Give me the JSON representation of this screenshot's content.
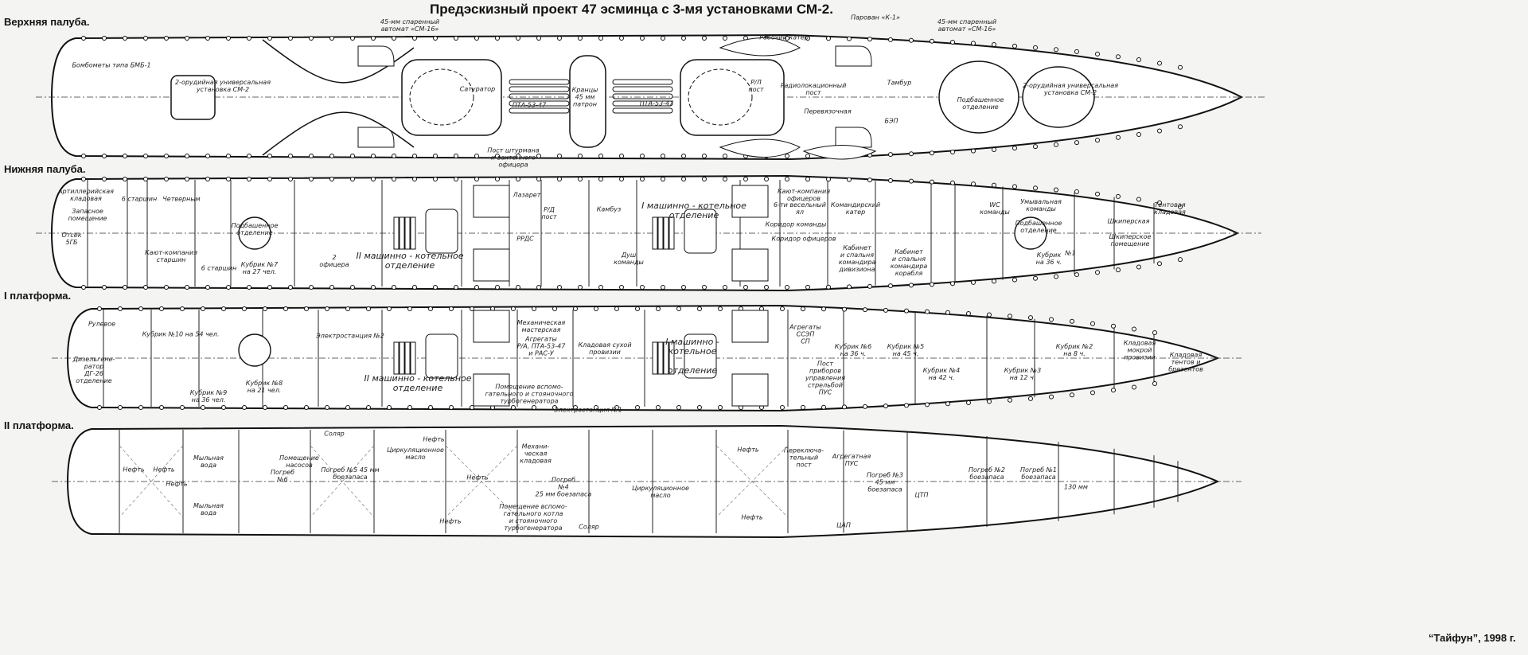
{
  "title": "Предэскизный проект 47 эсминца с 3-мя установками СМ-2.",
  "credit": "“Тайфун”, 1998 г.",
  "decks": [
    {
      "title": "Верхняя палуба.",
      "labels": [
        "45-мм спаренный\nавтомат «СМ-16»",
        "Парован «К-1»",
        "45-мм спаренный\nавтомат «СМ-16»",
        "Рабочий катер",
        "Бомбометы типа БМБ-1",
        "2-орудийная универсальная\nустановка СМ-2",
        "Сатуратор",
        "ПТА-53-47",
        "Кранцы\n45 мм\nпатрон",
        "ПТА-53-47",
        "Пост штурмана\nи вахтенного\nофицера",
        "Р/Л\nпост",
        "Радиолокационный\nпост",
        "Перевязочная",
        "Тамбур",
        "БЭП",
        "Подбашенное\nотделение",
        "2-орудийная универсальная\nустановка СМ-2",
        "6-ти весельный\nял",
        "Командирский\nкатер"
      ]
    },
    {
      "title": "Нижняя палуба.",
      "labels": [
        "Артиллерийская\nкладовая",
        "Запасное\nпомещение",
        "Отсек\n5ГБ",
        "6 старшин",
        "Четверным",
        "Кают-компания\nстаршин",
        "6 старшин",
        "Кубрик №7\nна 27 чел.",
        "Подбашенное\nотделение",
        "2\nофицера",
        "II машинно - котельное\nотделение",
        "Лазарет",
        "Р/Д\nпост",
        "РРДС",
        "Камбуз",
        "Душ\nкоманды",
        "I машинно - котельное\nотделение",
        "Кают-компания\nофицеров",
        "Коридор команды",
        "Коридор офицеров",
        "Кабинет\nи спальня\nкомандира\nдивизиона",
        "Кабинет\nи спальня\nкомандира\nкорабля",
        "WC\nкоманды",
        "Умывальная\nкоманды",
        "Подбашенное\nотделение",
        "Кубрик\nна 36 ч.",
        "№1",
        "Шкиперская",
        "Шкиперское\nпомещение",
        "Тентовая\nкладовая"
      ]
    },
    {
      "title": "I платформа.",
      "labels": [
        "Рулевое",
        "Дизельгене-\nратор\nДГ-26\nотделение",
        "Кубрик №10 на 54 чел.",
        "Кубрик №9\nна 36 чел.",
        "Электростанция №2",
        "Кубрик №8\nна 21 чел.",
        "II машинно - котельное\nотделение",
        "Механическая\nмастерская",
        "Агрегаты\nР/А, ПТА-53-47\nи РАС-У",
        "Кладовая сухой\nпровизии",
        "Помещение вспомо-\nгательного и стояночного\nтурбогенератора",
        "Электростанция №1",
        "I машинно -\nкотельное\n\nотделение",
        "Агрегаты\nССЭП\nСП",
        "Пост\nприборов\nуправления\nстрельбой\nПУС",
        "Кубрик №6\nна 36 ч.",
        "Кубрик №5\nна 45 ч.",
        "Кубрик №4\nна 42 ч.",
        "Кубрик №3\nна 12 ч.",
        "Кубрик №2\nна 8 ч.",
        "Кладовая\nмокрой\nпровизии",
        "Кладовая\nтентов и\nбрезентов"
      ]
    },
    {
      "title": "II платформа.",
      "labels": [
        "Мыльная\nвода",
        "Мыльная\nвода",
        "Помещение\nнасосов",
        "Соляр",
        "Нефть",
        "Нефть",
        "Нефть",
        "Погреб\n№6",
        "Погреб №5 45 мм\nбоезапаса",
        "Циркуляционное\nмасло",
        "Нефть",
        "Нефть",
        "Механи-\nческая\nкладовая",
        "Погреб\n№4\n25 мм боезапаса",
        "Помещение вспомо-\nгательного котла\nи стояночного\nтурбогенератора",
        "Соляр",
        "Нефть",
        "Циркуляционное\nмасло",
        "Нефть",
        "Нефть",
        "Переключа-\nтельный\nпост",
        "Агрегатная\nПУС",
        "Погреб №3\n45 мм\nбоезапаса",
        "ЦТП",
        "ЦАП",
        "Погреб №2\nбоезапаса",
        "Погреб №1\nбоезапаса",
        "130 мм"
      ]
    }
  ]
}
